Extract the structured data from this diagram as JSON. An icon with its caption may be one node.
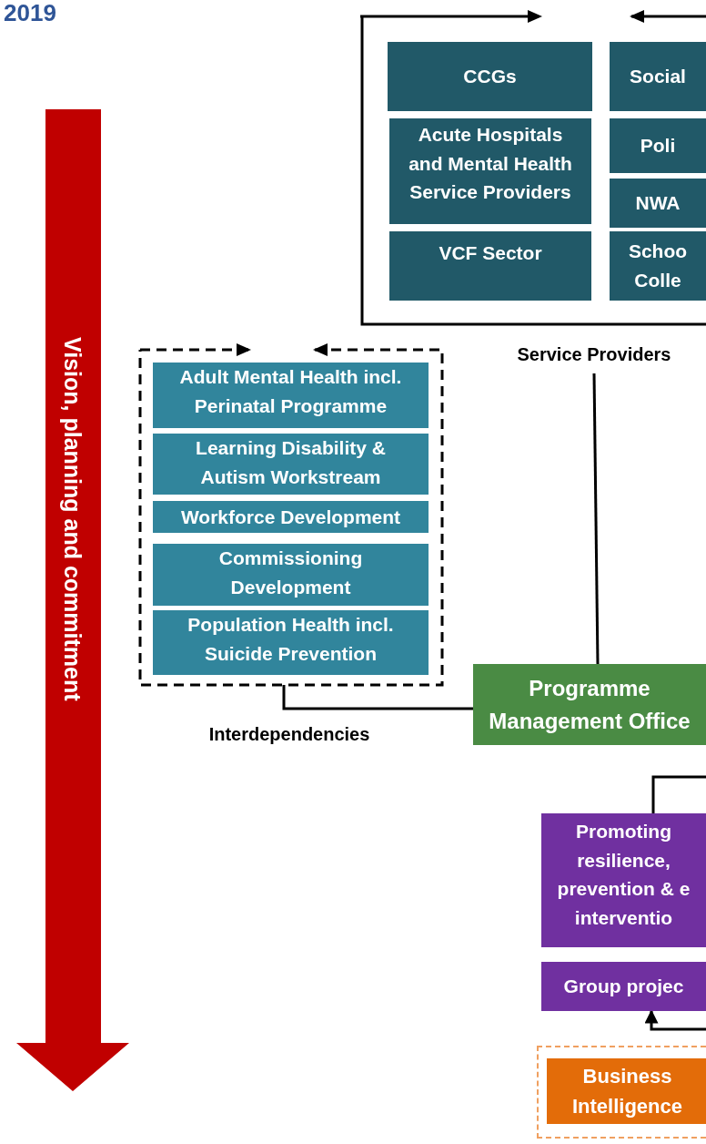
{
  "diagram": {
    "title": "2019",
    "nodes": [
      {
        "text": [
          "Vision, planning and commitment"
        ]
      },
      {
        "text": [
          "Service Providers"
        ]
      },
      {
        "text": [
          "CCGs"
        ],
        "in": 1
      },
      {
        "text": [
          "Social"
        ],
        "in": 1
      },
      {
        "text": [
          "Acute Hospitals and Mental Health Service Providers"
        ],
        "in": 1
      },
      {
        "text": [
          "Poli"
        ],
        "in": 1
      },
      {
        "text": [
          "NWA"
        ],
        "in": 1
      },
      {
        "text": [
          "VCF Sector"
        ],
        "in": 1
      },
      {
        "text": [
          "Schoo Colle"
        ],
        "in": 1
      },
      {
        "text": [],
        "shape": "box"
      },
      {
        "text": [
          "Adult Mental Health incl. Perinatal Programme"
        ],
        "in": 9
      },
      {
        "text": [
          "Learning Disability & Autism Workstream"
        ],
        "in": 9
      },
      {
        "text": [
          "Workforce Development"
        ],
        "in": 9
      },
      {
        "text": [
          "Commissioning Development"
        ],
        "in": 9
      },
      {
        "text": [
          "Population Health incl. Suicide Prevention"
        ],
        "in": 9
      },
      {
        "text": [
          "Programme Management Office"
        ]
      },
      {
        "text": [
          "Promoting resilience, prevention & e interventio"
        ]
      },
      {
        "text": [
          "Group projec"
        ]
      },
      {
        "text": [],
        "shape": "box"
      },
      {
        "text": [
          "Business Intelligence"
        ],
        "in": 18
      }
    ],
    "edges": [
      {
        "from": 1,
        "to": 15,
        "arrow": "none"
      },
      {
        "from": 9,
        "to": 15,
        "arrow": "none"
      },
      {
        "from": 16,
        "to": null,
        "arrow": "none"
      },
      {
        "from": null,
        "to": 17,
        "arrow": "to"
      }
    ],
    "labels": [
      "Interdependencies"
    ]
  }
}
